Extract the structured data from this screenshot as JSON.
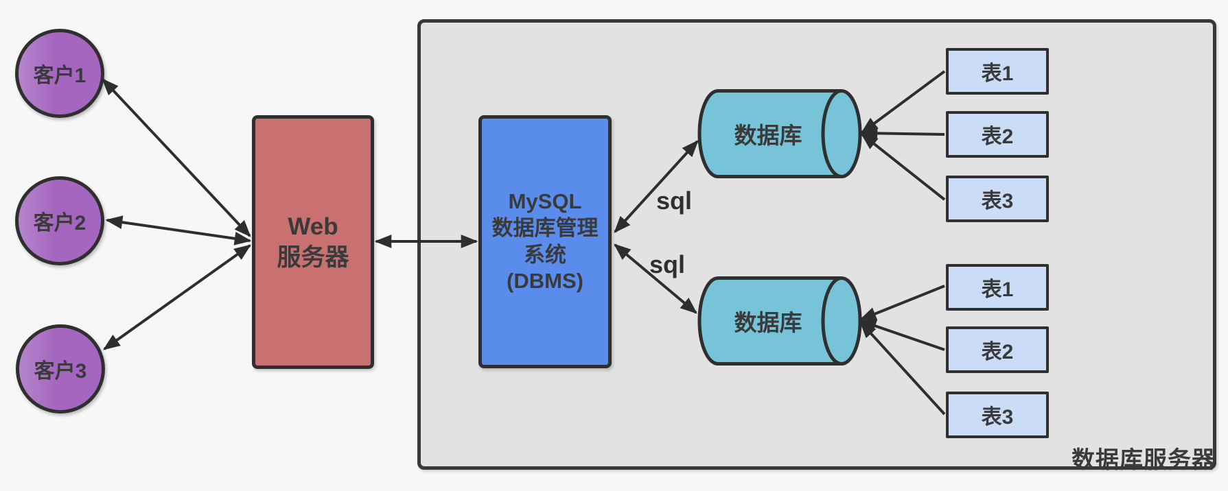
{
  "diagram": {
    "clients": [
      {
        "label": "客户1"
      },
      {
        "label": "客户2"
      },
      {
        "label": "客户3"
      }
    ],
    "web_server": {
      "line1": "Web",
      "line2": "服务器"
    },
    "dbms": {
      "line1": "MySQL",
      "line2": "数据库管理",
      "line3": "系统",
      "line4": "(DBMS)"
    },
    "sql_labels": [
      "sql",
      "sql"
    ],
    "databases": [
      {
        "label": "数据库",
        "tables": [
          "表1",
          "表2",
          "表3"
        ]
      },
      {
        "label": "数据库",
        "tables": [
          "表1",
          "表2",
          "表3"
        ]
      }
    ],
    "container": {
      "label": "数据库服务器"
    },
    "colors": {
      "background": "#f7f7f7",
      "container_fill": "#e2e2e2",
      "client_fill": "#a466bf",
      "client_fill_light": "#b685cd",
      "web_fill": "#c97070",
      "dbms_fill": "#5a8ceb",
      "db_fill": "#77c3d8",
      "table_fill": "#cbdcf7",
      "line": "#2e2e2e",
      "border": "#383838",
      "text": "#3a3a3a"
    }
  }
}
